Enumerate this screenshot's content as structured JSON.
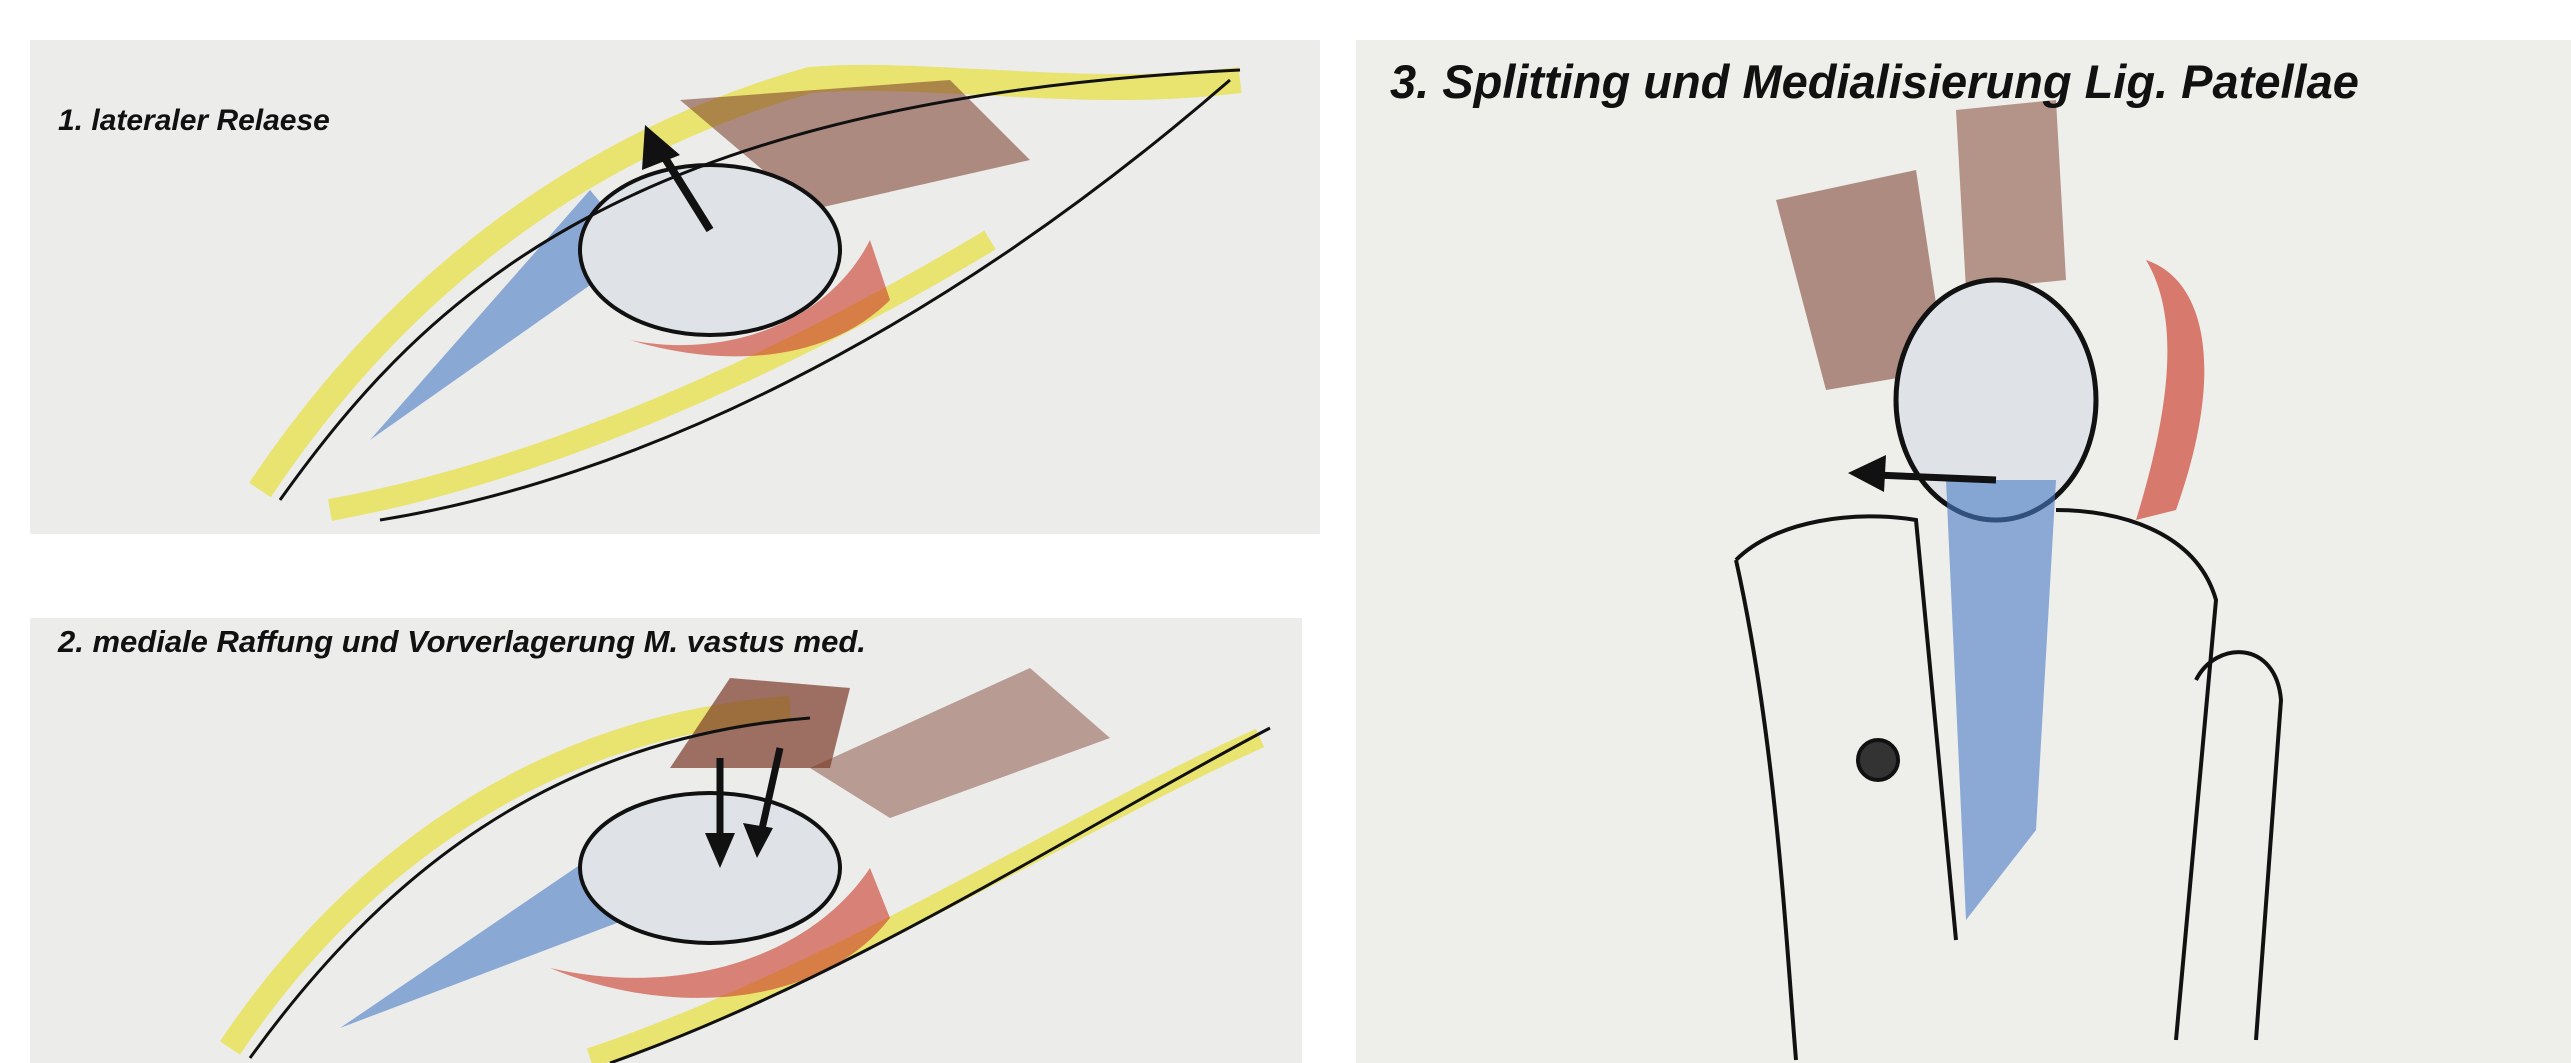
{
  "panels": [
    {
      "label": "1. lateraler Relaese"
    },
    {
      "label": "2. mediale Raffung und Vorverlagerung M. vastus med."
    },
    {
      "label": "3. Splitting und Medialisierung Lig. Patellae"
    }
  ],
  "colors": {
    "fat": "#e9e25a",
    "quadriceps": "#7a3a28",
    "ligament": "#4a7cc4",
    "retinaculum": "#cc3a2a",
    "ink": "#111111"
  }
}
